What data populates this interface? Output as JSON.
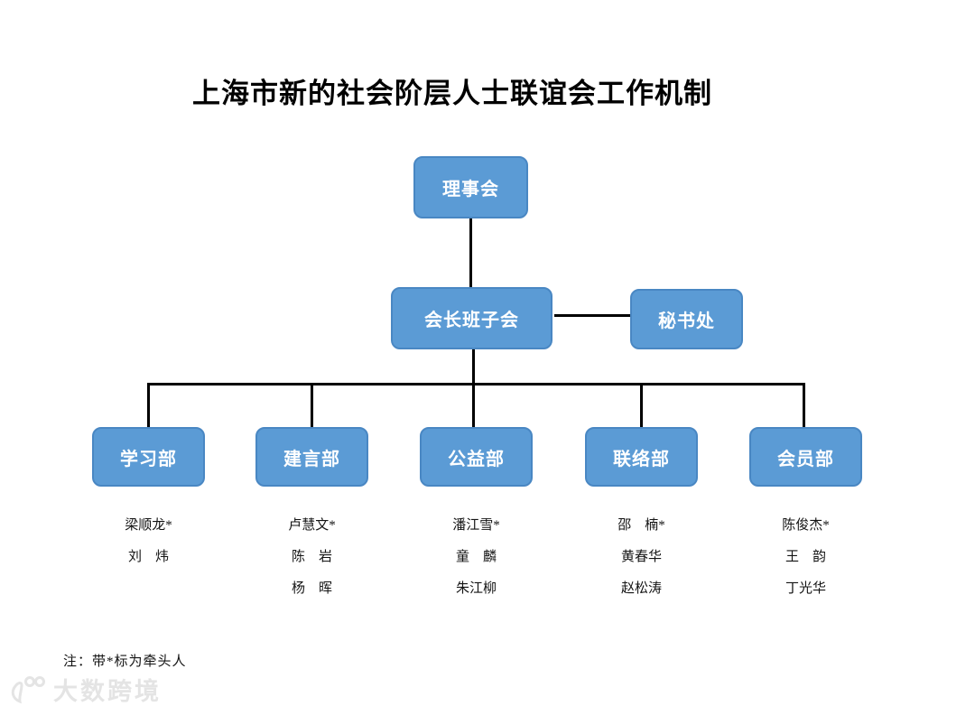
{
  "title": "上海市新的社会阶层人士联谊会工作机制",
  "colors": {
    "box_fill": "#5b9bd5",
    "box_border": "#4987c3",
    "connector": "#000000",
    "watermark": "#e4e4e4"
  },
  "org": {
    "root": {
      "label": "理事会"
    },
    "president_team": {
      "label": "会长班子会"
    },
    "secretariat": {
      "label": "秘书处"
    },
    "departments": [
      {
        "label": "学习部",
        "members": [
          "梁顺龙*",
          "刘　炜"
        ]
      },
      {
        "label": "建言部",
        "members": [
          "卢慧文*",
          "陈　岩",
          "杨　晖"
        ]
      },
      {
        "label": "公益部",
        "members": [
          "潘江雪*",
          "童　麟",
          "朱江柳"
        ]
      },
      {
        "label": "联络部",
        "members": [
          "邵　楠*",
          "黄春华",
          "赵松涛"
        ]
      },
      {
        "label": "会员部",
        "members": [
          "陈俊杰*",
          "王　韵",
          "丁光华"
        ]
      }
    ]
  },
  "note": "注：带*标为牵头人",
  "watermark": {
    "logo": "dashu-100-logo",
    "text": "大数跨境"
  }
}
